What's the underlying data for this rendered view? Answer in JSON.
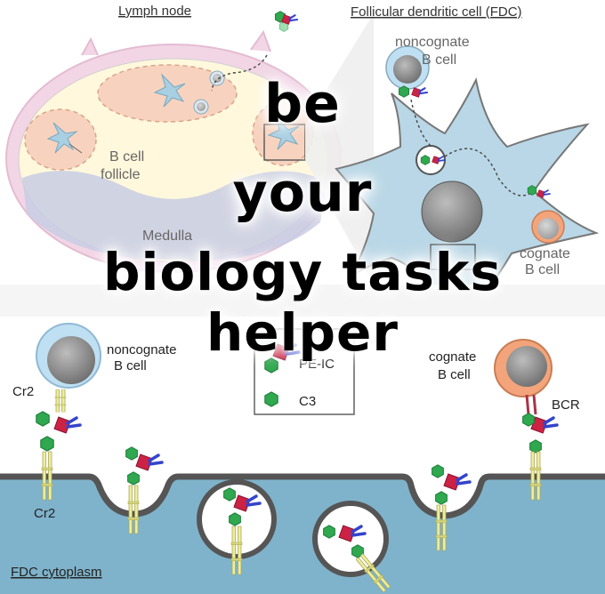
{
  "panels": {
    "lymph_node_title": "Lymph node",
    "fdc_title": "Follicular dendritic cell (FDC)"
  },
  "labels": {
    "b_cell_follicle_line1": "B cell",
    "b_cell_follicle_line2": "follicle",
    "medulla": "Medulla",
    "top_noncognate_line1": "noncognate",
    "top_noncognate_line2": "B cell",
    "top_cognate_line1": "cognate",
    "top_cognate_line2": "B cell",
    "bottom_noncognate_line1": "noncognate",
    "bottom_noncognate_line2": "B cell",
    "bottom_cognate_line1": "cognate",
    "bottom_cognate_line2": "B cell",
    "bcr": "BCR",
    "cr2_upper": "Cr2",
    "cr2_lower": "Cr2",
    "fdc_cytoplasm": "FDC cytoplasm"
  },
  "legend": {
    "pe_ic": "PE-IC",
    "c3": "C3"
  },
  "overlay": {
    "line1": "be",
    "line2": "your",
    "line3": "biology tasks helper"
  },
  "colors": {
    "follicle_fill": "#f7d3bf",
    "node_fill": "#fff8dc",
    "capsule": "#f2d6e6",
    "medulla": "#c8cde3",
    "fdc_fill": "#b9d7e6",
    "cytoplasm": "#7fb3cb",
    "membrane": "#555555",
    "c3_green": "#2fa84f",
    "pe_red": "#cc2244",
    "bcr_blue": "#3344cc",
    "cr2_yellow": "#eeee99",
    "cognate_orange": "#f4a47a",
    "noncognate_blue": "#bfe0f2"
  }
}
